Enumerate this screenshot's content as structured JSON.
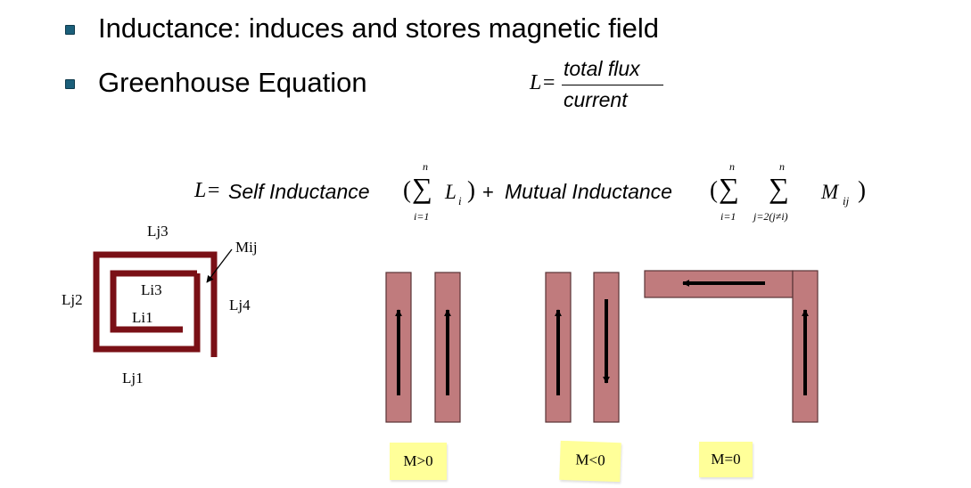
{
  "bullets": [
    "Inductance: induces and stores magnetic field",
    "Greenhouse Equation"
  ],
  "formula1": {
    "lhs": "L=",
    "numerator": "total flux",
    "denominator": "current"
  },
  "formula2": {
    "lhs": "L=",
    "self_text": "Self Inductance",
    "sum1_upper": "n",
    "sum1_lower": "i=1",
    "sum1_term": "L",
    "sum1_sub": "i",
    "plus": "+",
    "mutual_text": "Mutual Inductance",
    "sum2_upper": "n",
    "sum2_lower": "i=1",
    "sum3_upper": "n",
    "sum3_lower": "j=2(j≠i)",
    "sum_term": "M",
    "sum_term_sub": "ij",
    "sigma": "∑",
    "open_paren": "(",
    "close_paren": ")"
  },
  "coil_labels": {
    "lj3": "Lj3",
    "mij": "Mij",
    "lj2": "Lj2",
    "li3": "Li3",
    "lj4": "Lj4",
    "li1": "Li1",
    "lj1": "Lj1"
  },
  "notes": [
    "M>0",
    "M<0",
    "M=0"
  ],
  "colors": {
    "coil": "#7a1016",
    "bar_fill": "#c07b7d",
    "bar_stroke": "#5a3436",
    "note_bg": "#ffff99",
    "bullet": "#1b5f7a"
  }
}
